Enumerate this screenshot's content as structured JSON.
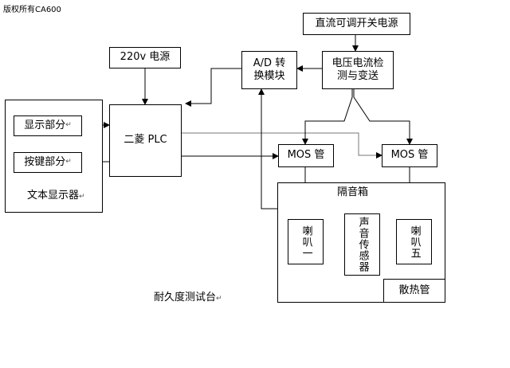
{
  "watermark": "版权所有CA600",
  "nodes": {
    "dc_power": "直流可调开关电源",
    "ac_power": "220v 电源",
    "ad_module_line1": "A/D 转",
    "ad_module_line2": "换模块",
    "detector_line1": "电压电流检",
    "detector_line2": "测与变送",
    "plc": "二菱 PLC",
    "display_part": "显示部分",
    "keys_part": "按键部分",
    "text_display": "文本显示器",
    "mos_left": "MOS 管",
    "mos_right": "MOS 管",
    "soundproof_box": "隔音箱",
    "speaker_1": "喇叭一",
    "sound_sensor": "声音传感器",
    "speaker_5": "喇叭五",
    "heat_pipe": "散热管",
    "bench_label": "耐久度测试台"
  },
  "return_mark": "↵"
}
